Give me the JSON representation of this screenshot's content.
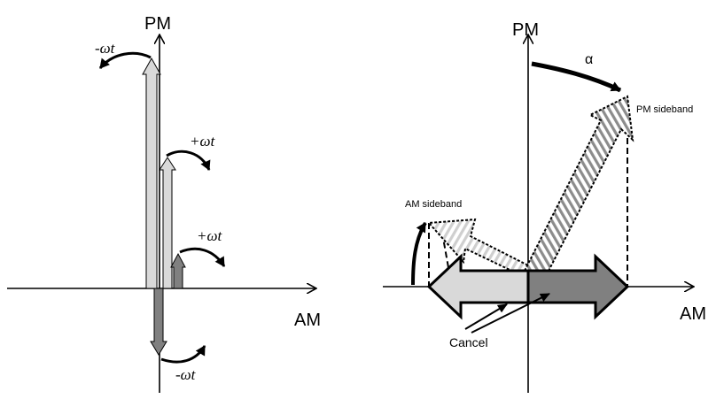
{
  "left_panel": {
    "y_axis_label": "PM",
    "x_axis_label": "AM",
    "rotation_labels": {
      "carrier": "-ωt",
      "upper_mid": "+ωt",
      "upper_small": "+ωt",
      "lower": "-ωt"
    }
  },
  "right_panel": {
    "y_axis_label": "PM",
    "x_axis_label": "AM",
    "angle_label": "α",
    "pm_sideband_label": "PM sideband",
    "am_sideband_label": "AM sideband",
    "cancel_label": "Cancel"
  },
  "colors": {
    "light_gray": "#d9d9d9",
    "dark_gray": "#808080",
    "hatch": "#9a9a9a",
    "stroke": "#000000"
  }
}
